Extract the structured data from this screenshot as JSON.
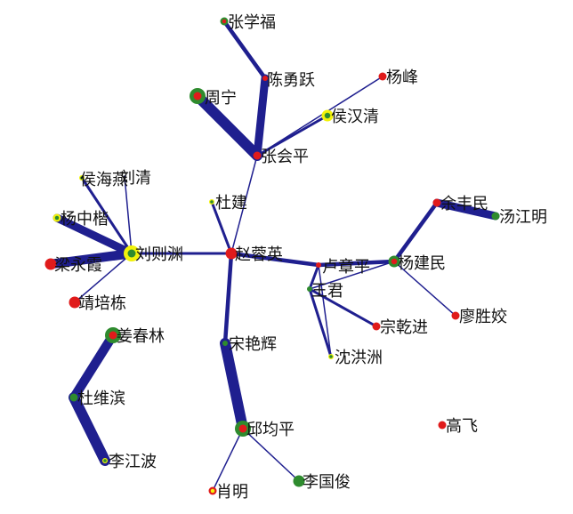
{
  "graph": {
    "background": "#ffffff",
    "edge_color": "#1f1f8f",
    "nodes": [
      {
        "id": "zhangxuefu",
        "label": "张学福",
        "outer": "#2e8b2e",
        "inner": "#e01b1b",
        "size": "small"
      },
      {
        "id": "chenyongyue",
        "label": "陈勇跃",
        "outer": "#e01b1b",
        "inner": "#e01b1b",
        "size": "tiny"
      },
      {
        "id": "yangfeng",
        "label": "杨峰",
        "outer": "#e01b1b",
        "inner": "#e01b1b",
        "size": "small"
      },
      {
        "id": "zhouning",
        "label": "周宁",
        "outer": "#2e8b2e",
        "inner": "#e01b1b",
        "size": "large"
      },
      {
        "id": "houhanqing",
        "label": "侯汉清",
        "outer": "#f2f20a",
        "inner": "#2e8b2e",
        "size": "medium"
      },
      {
        "id": "zhanghuiping",
        "label": "张会平",
        "outer": "#e01b1b",
        "inner": "#e01b1b",
        "size": "small"
      },
      {
        "id": "houhaiyan",
        "label": "侯海燕",
        "outer": "#f2f20a",
        "inner": "#2e8b2e",
        "size": "tiny"
      },
      {
        "id": "liuqing",
        "label": "刘清",
        "outer": "#e01b1b",
        "inner": "#e01b1b",
        "size": "none"
      },
      {
        "id": "dujian",
        "label": "杜建",
        "outer": "#f2f20a",
        "inner": "#2e8b2e",
        "size": "tiny"
      },
      {
        "id": "yuzhongkai",
        "label": "杨中楷",
        "outer": "#f2f20a",
        "inner": "#2e8b2e",
        "size": "small"
      },
      {
        "id": "liuzeyuan",
        "label": "刘则渊",
        "outer": "#f2f20a",
        "inner": "#2e8b2e",
        "size": "large"
      },
      {
        "id": "zhaoyunying",
        "label": "赵蓉英",
        "outer": "#e01b1b",
        "inner": "#e01b1b",
        "size": "medium"
      },
      {
        "id": "liangyongxia",
        "label": "梁永霞",
        "outer": "#e01b1b",
        "inner": "#e01b1b",
        "size": "medium"
      },
      {
        "id": "jingpeidong",
        "label": "靖培栋",
        "outer": "#e01b1b",
        "inner": "#e01b1b",
        "size": "medium"
      },
      {
        "id": "yuzhangping",
        "label": "卢章平",
        "outer": "#e01b1b",
        "inner": "#e01b1b",
        "size": "tiny"
      },
      {
        "id": "wangjun",
        "label": "王君",
        "outer": "#2e8b2e",
        "inner": "#2e8b2e",
        "size": "tiny"
      },
      {
        "id": "yujianmin",
        "label": "杨建民",
        "outer": "#2e8b2e",
        "inner": "#e01b1b",
        "size": "medium"
      },
      {
        "id": "yufengmin",
        "label": "余丰民",
        "outer": "#e01b1b",
        "inner": "#e01b1b",
        "size": "small"
      },
      {
        "id": "tangjiangming",
        "label": "汤江明",
        "outer": "#2e8b2e",
        "inner": "#2e8b2e",
        "size": "small"
      },
      {
        "id": "liaoshengjiao",
        "label": "廖胜姣",
        "outer": "#e01b1b",
        "inner": "#e01b1b",
        "size": "small"
      },
      {
        "id": "jiangchunlin",
        "label": "姜春林",
        "outer": "#2e8b2e",
        "inner": "#e01b1b",
        "size": "large"
      },
      {
        "id": "songyanhui",
        "label": "宋艳辉",
        "outer": "#2e8b2e",
        "inner": "#2e8b2e",
        "size": "tiny"
      },
      {
        "id": "zongqianjin",
        "label": "宗乾进",
        "outer": "#e01b1b",
        "inner": "#e01b1b",
        "size": "small"
      },
      {
        "id": "shenhongzhou",
        "label": "沈洪洲",
        "outer": "#f2f20a",
        "inner": "#2e8b2e",
        "size": "tiny"
      },
      {
        "id": "duweibin",
        "label": "杜维滨",
        "outer": "#2e8b2e",
        "inner": "#2e8b2e",
        "size": "small"
      },
      {
        "id": "qiujunping",
        "label": "邱均平",
        "outer": "#2e8b2e",
        "inner": "#e01b1b",
        "size": "large"
      },
      {
        "id": "gaofei",
        "label": "高飞",
        "outer": "#e01b1b",
        "inner": "#e01b1b",
        "size": "small"
      },
      {
        "id": "lijiangbo",
        "label": "李江波",
        "outer": "#f2f20a",
        "inner": "#2e8b2e",
        "size": "tiny"
      },
      {
        "id": "liguojun",
        "label": "李国俊",
        "outer": "#2e8b2e",
        "inner": "#2e8b2e",
        "size": "medium"
      },
      {
        "id": "xiaoming",
        "label": "肖明",
        "outer": "#e01b1b",
        "inner": "#f2f20a",
        "size": "small"
      }
    ],
    "edges": [
      {
        "source": "zhangxuefu",
        "target": "chenyongyue",
        "weight": 3
      },
      {
        "source": "chenyongyue",
        "target": "zhanghuiping",
        "weight": 6
      },
      {
        "source": "zhouning",
        "target": "zhanghuiping",
        "weight": 8
      },
      {
        "source": "yangfeng",
        "target": "zhanghuiping",
        "weight": 1
      },
      {
        "source": "houhanqing",
        "target": "zhanghuiping",
        "weight": 2
      },
      {
        "source": "zhanghuiping",
        "target": "zhaoyunying",
        "weight": 1
      },
      {
        "source": "dujian",
        "target": "zhaoyunying",
        "weight": 2
      },
      {
        "source": "houhaiyan",
        "target": "liuzeyuan",
        "weight": 2
      },
      {
        "source": "liuqing",
        "target": "liuzeyuan",
        "weight": 1
      },
      {
        "source": "yuzhongkai",
        "target": "liuzeyuan",
        "weight": 6
      },
      {
        "source": "liangyongxia",
        "target": "liuzeyuan",
        "weight": 7
      },
      {
        "source": "jingpeidong",
        "target": "liuzeyuan",
        "weight": 1
      },
      {
        "source": "liuzeyuan",
        "target": "zhaoyunying",
        "weight": 2
      },
      {
        "source": "zhaoyunying",
        "target": "yuzhangping",
        "weight": 3
      },
      {
        "source": "zhaoyunying",
        "target": "songyanhui",
        "weight": 3
      },
      {
        "source": "yuzhangping",
        "target": "yujianmin",
        "weight": 3
      },
      {
        "source": "yuzhangping",
        "target": "wangjun",
        "weight": 2
      },
      {
        "source": "yuzhangping",
        "target": "shenhongzhou",
        "weight": 1
      },
      {
        "source": "wangjun",
        "target": "zongqianjin",
        "weight": 2
      },
      {
        "source": "wangjun",
        "target": "shenhongzhou",
        "weight": 2
      },
      {
        "source": "wangjun",
        "target": "yujianmin",
        "weight": 1
      },
      {
        "source": "yujianmin",
        "target": "yufengmin",
        "weight": 3
      },
      {
        "source": "yufengmin",
        "target": "tangjiangming",
        "weight": 6
      },
      {
        "source": "yujianmin",
        "target": "liaoshengjiao",
        "weight": 1
      },
      {
        "source": "jiangchunlin",
        "target": "duweibin",
        "weight": 7
      },
      {
        "source": "duweibin",
        "target": "lijiangbo",
        "weight": 8
      },
      {
        "source": "songyanhui",
        "target": "qiujunping",
        "weight": 8
      },
      {
        "source": "qiujunping",
        "target": "liguojun",
        "weight": 1
      },
      {
        "source": "qiujunping",
        "target": "xiaoming",
        "weight": 1
      }
    ]
  }
}
